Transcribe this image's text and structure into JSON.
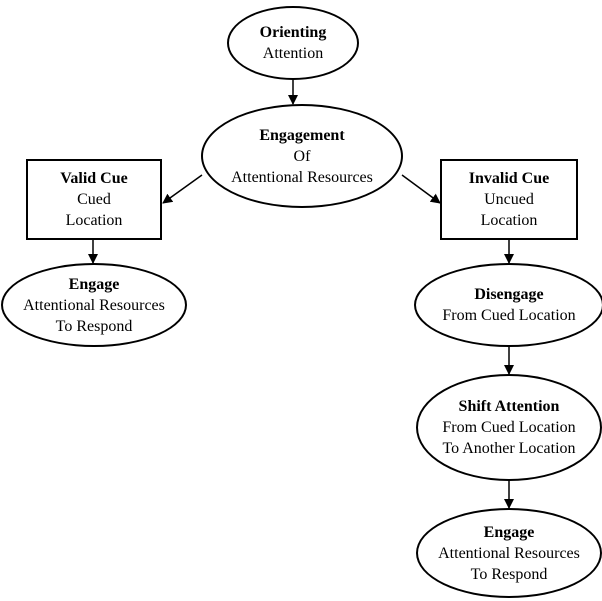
{
  "nodes": {
    "orienting": {
      "title": "Orienting",
      "lines": [
        "Attention"
      ]
    },
    "engagement": {
      "title": "Engagement",
      "lines": [
        "Of",
        "Attentional Resources"
      ]
    },
    "valid_cue": {
      "title": "Valid Cue",
      "lines": [
        "Cued",
        "Location"
      ]
    },
    "invalid_cue": {
      "title": "Invalid Cue",
      "lines": [
        "Uncued",
        "Location"
      ]
    },
    "engage_left": {
      "title": "Engage",
      "lines": [
        "Attentional Resources",
        "To Respond"
      ]
    },
    "disengage": {
      "title": "Disengage",
      "lines": [
        "From Cued Location"
      ]
    },
    "shift_attention": {
      "title": "Shift Attention",
      "lines": [
        "From Cued Location",
        "To Another Location"
      ]
    },
    "engage_right": {
      "title": "Engage",
      "lines": [
        "Attentional Resources",
        "To Respond"
      ]
    }
  },
  "edges": [
    {
      "from": "orienting",
      "to": "engagement"
    },
    {
      "from": "engagement",
      "to": "valid_cue"
    },
    {
      "from": "engagement",
      "to": "invalid_cue"
    },
    {
      "from": "valid_cue",
      "to": "engage_left"
    },
    {
      "from": "invalid_cue",
      "to": "disengage"
    },
    {
      "from": "disengage",
      "to": "shift_attention"
    },
    {
      "from": "shift_attention",
      "to": "engage_right"
    }
  ]
}
